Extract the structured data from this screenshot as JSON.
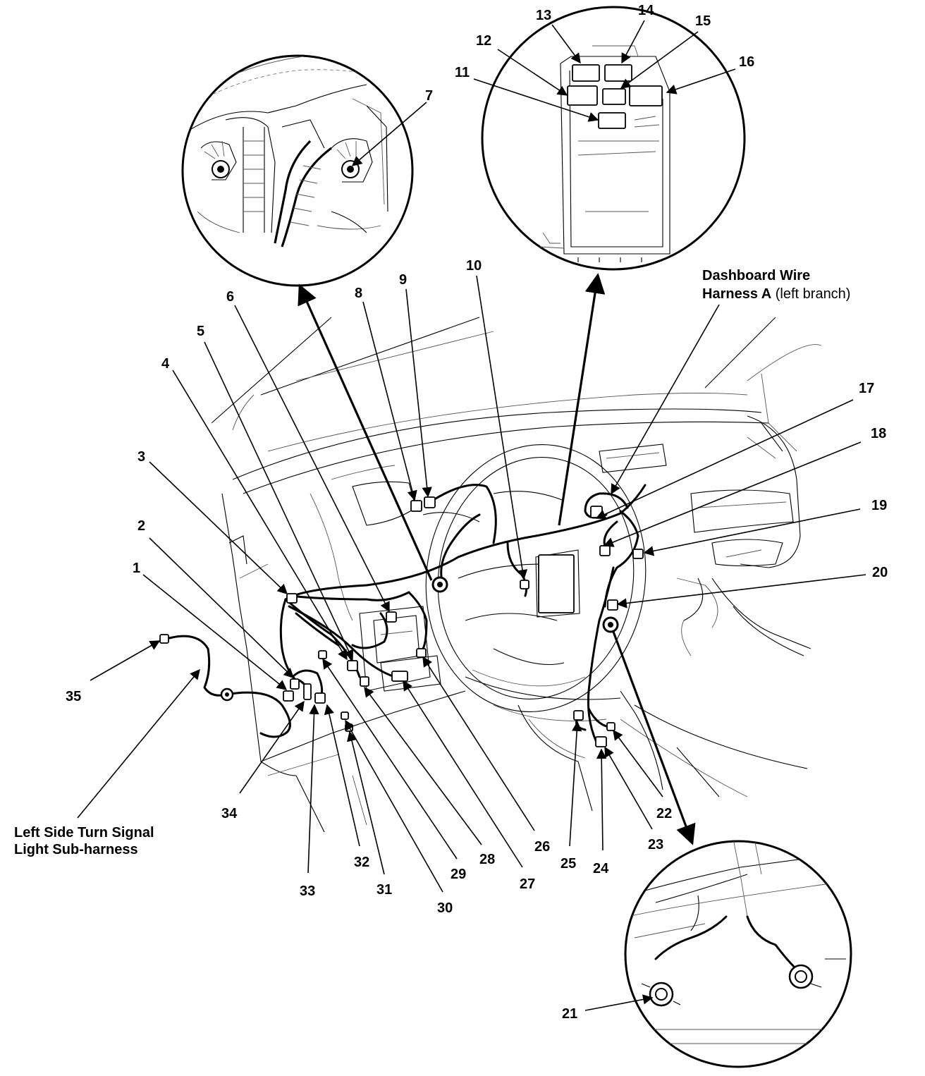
{
  "callouts": {
    "c1": "1",
    "c2": "2",
    "c3": "3",
    "c4": "4",
    "c5": "5",
    "c6": "6",
    "c7": "7",
    "c8": "8",
    "c9": "9",
    "c10": "10",
    "c11": "11",
    "c12": "12",
    "c13": "13",
    "c14": "14",
    "c15": "15",
    "c16": "16",
    "c17": "17",
    "c18": "18",
    "c19": "19",
    "c20": "20",
    "c21": "21",
    "c22": "22",
    "c23": "23",
    "c24": "24",
    "c25": "25",
    "c26": "26",
    "c27": "27",
    "c28": "28",
    "c29": "29",
    "c30": "30",
    "c31": "31",
    "c32": "32",
    "c33": "33",
    "c34": "34",
    "c35": "35"
  },
  "labels": {
    "dashboard_harness": {
      "line1": "Dashboard Wire",
      "line2_bold": "Harness A",
      "line2_normal": " (left branch)"
    },
    "turn_signal": {
      "line1": "Left Side Turn Signal",
      "line2": "Light Sub-harness"
    }
  },
  "colors": {
    "ink": "#000000",
    "paper": "#ffffff"
  }
}
